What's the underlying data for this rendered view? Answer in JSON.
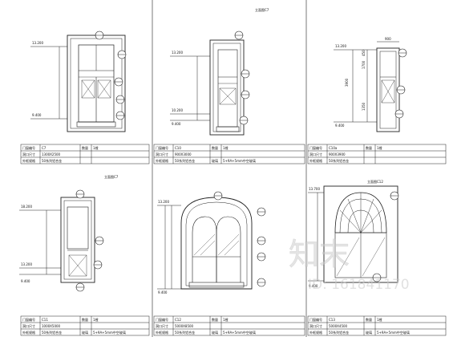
{
  "panels": [
    {
      "id": "C7",
      "title": "",
      "levels": [
        "13.200",
        "9.400"
      ],
      "table": [
        [
          "门窗编号",
          "C7",
          "数量",
          "1樘"
        ],
        [
          "洞口尺寸",
          "1300X2500",
          "",
          ""
        ],
        [
          "外框规格",
          "50系列铝合金",
          "",
          ""
        ]
      ]
    },
    {
      "id": "C10",
      "title": "立面图C7",
      "levels": [
        "13.200",
        "10.200",
        "9.400"
      ],
      "table": [
        [
          "门窗编号",
          "C10",
          "数量",
          "1樘"
        ],
        [
          "洞口尺寸",
          "900X3000",
          "",
          ""
        ],
        [
          "外框规格",
          "50系列铝合金",
          "玻璃",
          "5+9A+5mm中空玻璃"
        ]
      ]
    },
    {
      "id": "C10a",
      "title": "",
      "levels": [
        "13.200",
        "9.400"
      ],
      "dims": [
        "900",
        "3900",
        "1700",
        "450",
        "1350"
      ],
      "table": [
        [
          "门窗编号",
          "C10a",
          "数量",
          "1樘"
        ],
        [
          "洞口尺寸",
          "900X3900",
          "",
          ""
        ],
        [
          "外框规格",
          "50系列铝合金",
          "",
          ""
        ]
      ]
    },
    {
      "id": "C11",
      "title": "立面图C7",
      "levels": [
        "18.200",
        "13.200",
        "9.400"
      ],
      "table": [
        [
          "门窗编号",
          "C11",
          "数量",
          "1樘"
        ],
        [
          "洞口尺寸",
          "1000X5000",
          "",
          ""
        ],
        [
          "外框规格",
          "50系列铝合金",
          "玻璃",
          "5+9A+5mm中空玻璃"
        ]
      ]
    },
    {
      "id": "C12",
      "title": "",
      "levels": [
        "13.200",
        "9.400"
      ],
      "table": [
        [
          "门窗编号",
          "C12",
          "数量",
          "1樘"
        ],
        [
          "洞口尺寸",
          "5000X8500",
          "",
          ""
        ],
        [
          "外框规格",
          "50系列铝合金",
          "玻璃",
          "5+9A+5mm中空玻璃"
        ]
      ]
    },
    {
      "id": "C13",
      "title": "立面图C12",
      "levels": [
        "13.700",
        "9.400"
      ],
      "table": [
        [
          "门窗编号",
          "C13",
          "数量",
          "1樘"
        ],
        [
          "洞口尺寸",
          "5000X4500",
          "",
          ""
        ],
        [
          "外框规格",
          "50系列铝合金",
          "玻璃",
          "5+9A+5mm中空玻璃"
        ]
      ]
    }
  ],
  "watermark": {
    "brand": "知末",
    "id_text": "ID: 161841170"
  }
}
